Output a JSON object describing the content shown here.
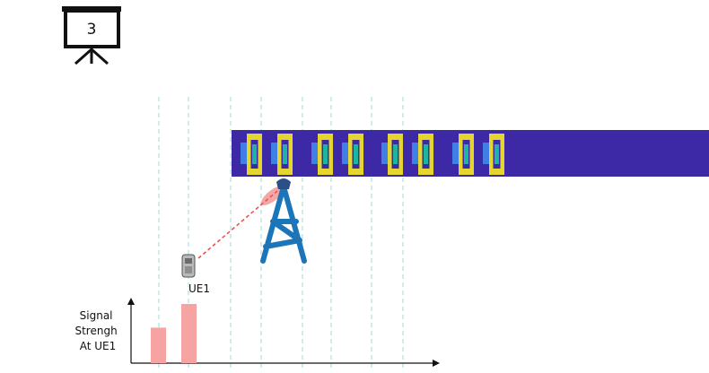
{
  "slide": {
    "number": "3",
    "icon": "presentation-board-icon"
  },
  "ue": {
    "label": "UE1",
    "icon": "mobile-phone-icon"
  },
  "tower": {
    "icon": "cell-tower-icon"
  },
  "chart": {
    "ylabel_lines": [
      "Signal",
      "Strengh",
      "At UE1"
    ]
  },
  "chart_data": {
    "type": "bar",
    "series": [
      {
        "values": [
          0.6,
          1.0
        ]
      }
    ],
    "colors": {
      "bar": "#f6a3a3"
    }
  },
  "colors": {
    "band": "#3d28a5",
    "frame": "#e4d52f",
    "pillar_blue": "#3f7fe6",
    "pillar_teal": "#1fb3a3",
    "tower": "#1b75b8",
    "tower_tip": "#2d4f87",
    "beam": "#f4a7a7",
    "link": "#f05050",
    "grid": "#9ed8d2",
    "axis": "#111111",
    "board": "#111111"
  }
}
